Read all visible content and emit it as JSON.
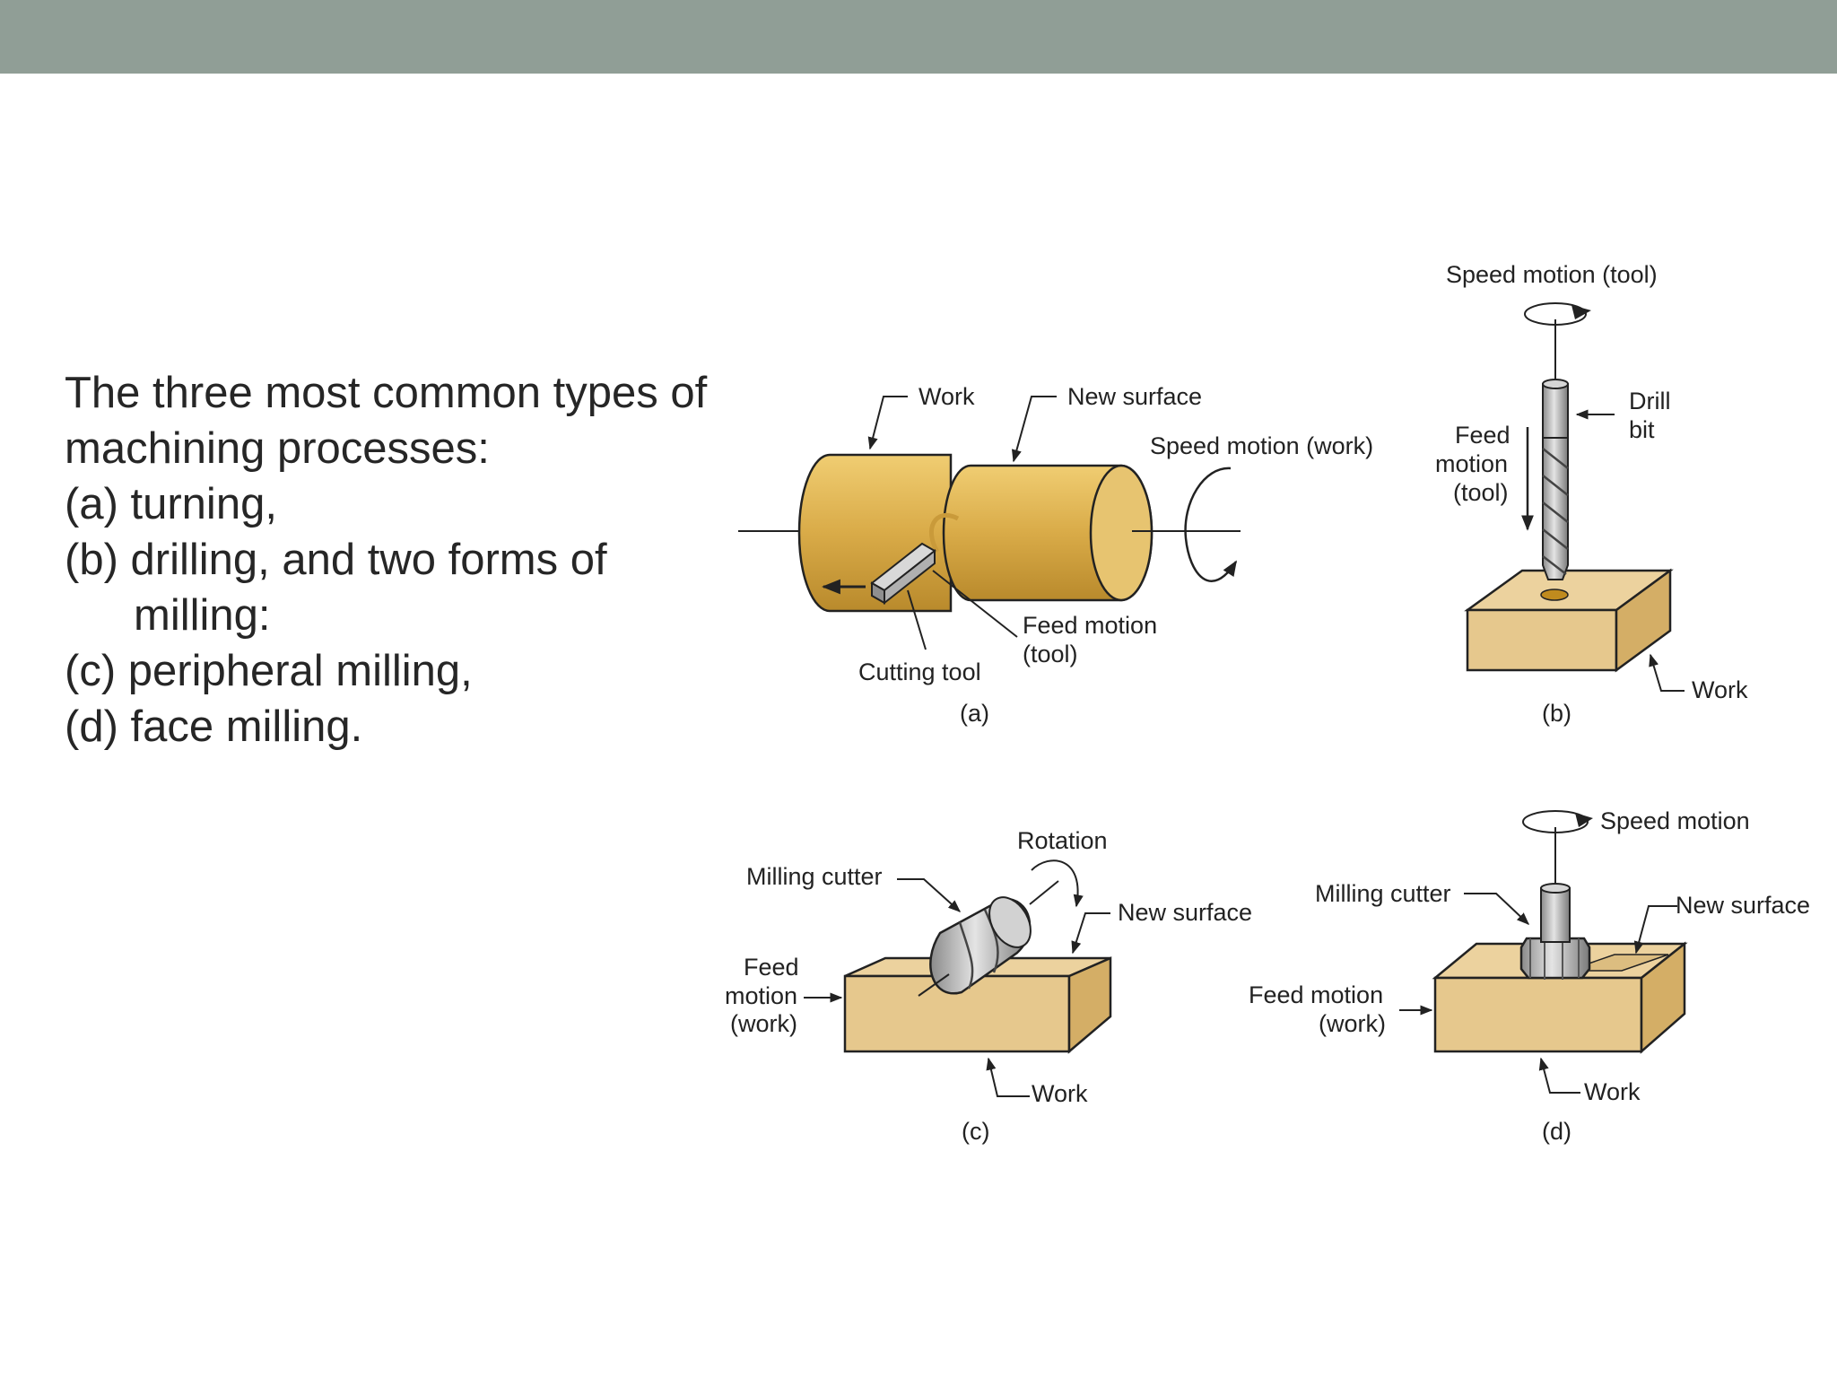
{
  "slide": {
    "lines": [
      "The three most common types of",
      "machining processes:",
      "(a) turning,",
      "(b) drilling, and two forms of",
      "milling:",
      "(c) peripheral milling,",
      "(d) face milling."
    ]
  },
  "figure": {
    "a": {
      "work": "Work",
      "new_surface": "New surface",
      "speed_motion": "Speed motion (work)",
      "feed_motion_1": "Feed motion",
      "feed_motion_2": "(tool)",
      "cutting_tool": "Cutting tool",
      "caption": "(a)"
    },
    "b": {
      "speed_motion": "Speed motion (tool)",
      "drill_1": "Drill",
      "drill_2": "bit",
      "feed_1": "Feed",
      "feed_2": "motion",
      "feed_3": "(tool)",
      "work": "Work",
      "caption": "(b)"
    },
    "c": {
      "rotation": "Rotation",
      "milling_cutter": "Milling cutter",
      "new_surface": "New surface",
      "feed_1": "Feed",
      "feed_2": "motion",
      "feed_3": "(work)",
      "work": "Work",
      "caption": "(c)"
    },
    "d": {
      "speed_motion": "Speed motion",
      "milling_cutter": "Milling cutter",
      "new_surface": "New surface",
      "feed_1": "Feed motion",
      "feed_2": "(work)",
      "work": "Work",
      "caption": "(d)"
    }
  },
  "colors": {
    "header_bar": "#909e96",
    "work_wood": "#ecd29e",
    "work_side": "#d9b46a",
    "cylinder_gold": "#d7aa48",
    "tool_gray": "#a8a8a8"
  }
}
